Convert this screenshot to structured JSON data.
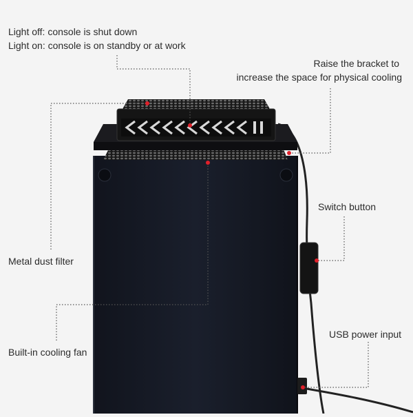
{
  "annotations": {
    "light_off": "Light off: console is shut down",
    "light_on": "Light on: console is on standby or at work",
    "raise_line1": "Raise the bracket to",
    "raise_line2": "increase the space for physical cooling",
    "switch_button": "Switch button",
    "metal_dust_filter": "Metal dust filter",
    "usb_power_input": "USB power input",
    "built_in_fan": "Built-in cooling fan"
  },
  "colors": {
    "background": "#f4f4f4",
    "console_body": "#161a26",
    "leader_line": "#555555",
    "marker_dot": "#e0202a",
    "arrow_light": "#d8d8d8"
  }
}
